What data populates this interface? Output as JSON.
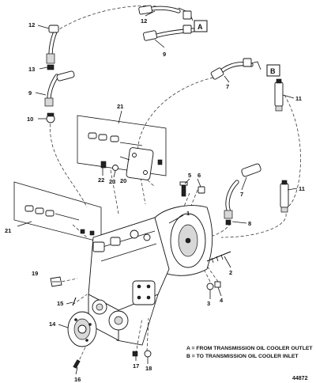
{
  "callouts": {
    "c1": "1",
    "c2": "2",
    "c3": "3",
    "c4": "4",
    "c5": "5",
    "c6": "6",
    "c7a": "7",
    "c7b": "7",
    "c8": "8",
    "c9a": "9",
    "c9b": "9",
    "c10": "10",
    "c11a": "11",
    "c11b": "11",
    "c12a": "12",
    "c12b": "12",
    "c13": "13",
    "c14": "14",
    "c15": "15",
    "c16": "16",
    "c17": "17",
    "c18": "18",
    "c19": "19",
    "c20": "20",
    "c21a": "21",
    "c21b": "21",
    "c22": "22",
    "c23": "23"
  },
  "boxes": {
    "a": "A",
    "b": "B"
  },
  "legend": {
    "line_a": "A = FROM TRANSMISSION OIL COOLER OUTLET",
    "line_b": "B = TO TRANSMISSION OIL COOLER INLET"
  },
  "reference_number": "44872"
}
